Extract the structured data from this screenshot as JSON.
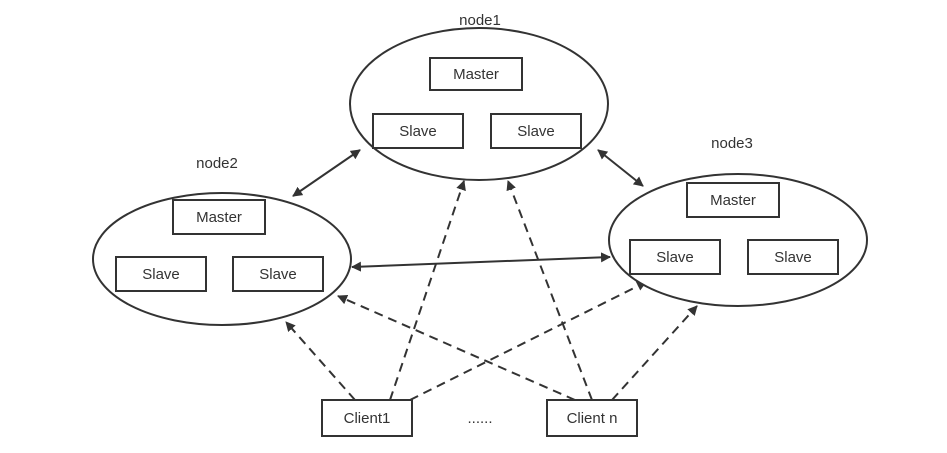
{
  "nodes": [
    {
      "name": "node1",
      "master": "Master",
      "slaves": [
        "Slave",
        "Slave"
      ]
    },
    {
      "name": "node2",
      "master": "Master",
      "slaves": [
        "Slave",
        "Slave"
      ]
    },
    {
      "name": "node3",
      "master": "Master",
      "slaves": [
        "Slave",
        "Slave"
      ]
    }
  ],
  "clients": [
    "Client1",
    "Client n"
  ],
  "ellipsis": "......",
  "colors": {
    "stroke": "#333333",
    "text": "#333333",
    "background": "#ffffff"
  }
}
